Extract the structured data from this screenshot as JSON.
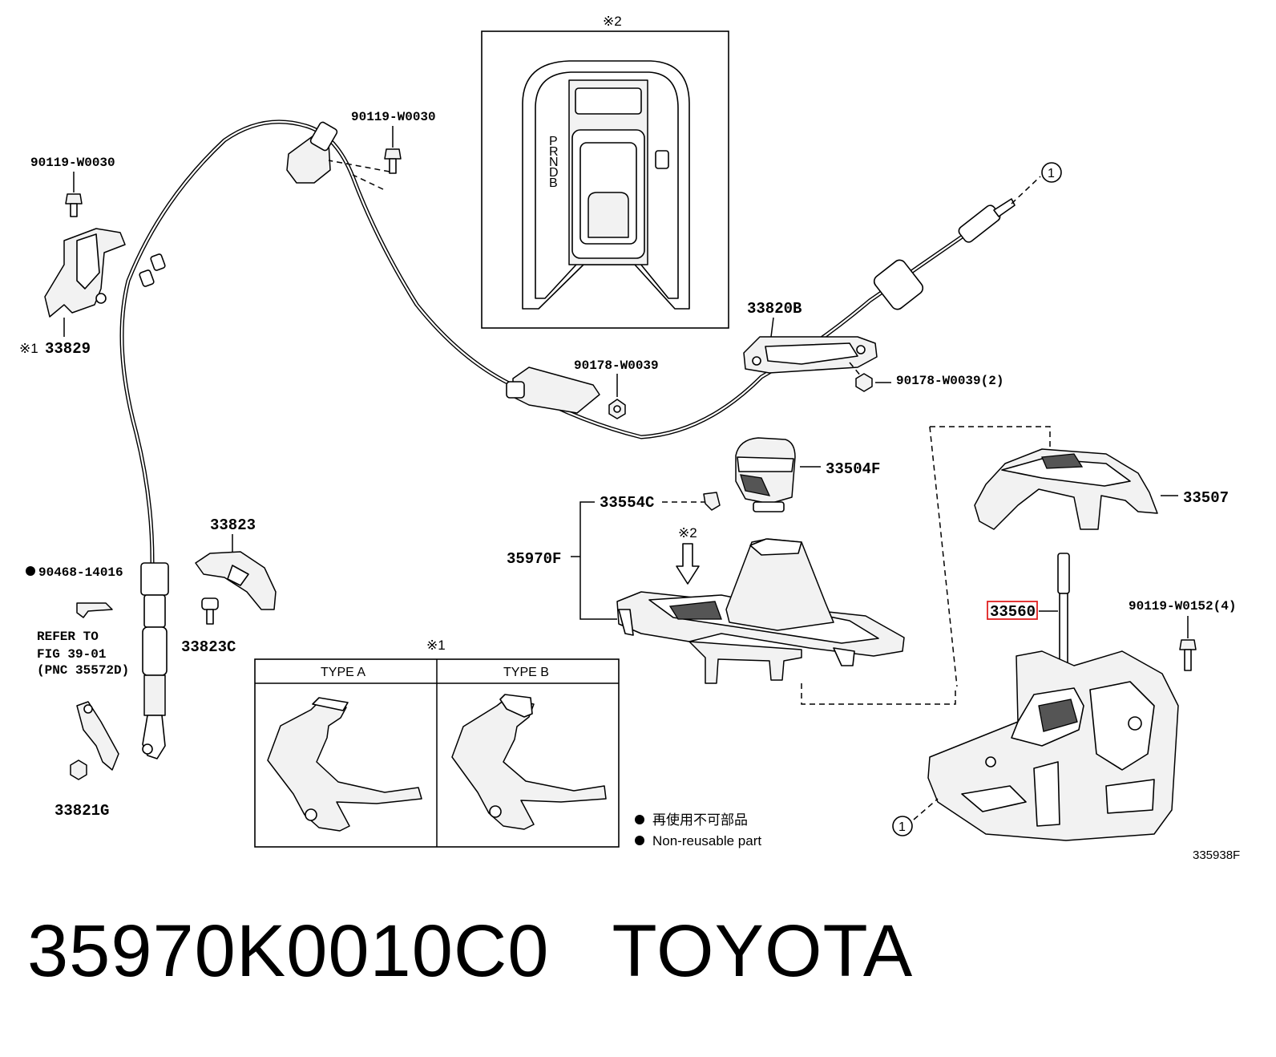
{
  "labels": {
    "p90119_left": "90119-W0030",
    "p33829": "33829",
    "p33829_mark": "※1",
    "p90119_top": "90119-W0030",
    "p33820B": "33820B",
    "p90178_mid": "90178-W0039",
    "p90178_right": "90178-W0039(2)",
    "p33504F": "33504F",
    "p33554C": "33554C",
    "p35970F": "35970F",
    "p33507": "33507",
    "p33560": "33560",
    "p90119_right": "90119-W0152(4)",
    "p33823": "33823",
    "p33823C": "33823C",
    "p90468": "90468-14016",
    "refer_1": "REFER TO",
    "refer_2": "FIG 39-01",
    "refer_3": "(PNC 35572D)",
    "p33821G": "33821G",
    "circle_1a": "1",
    "circle_1b": "1",
    "mark_top": "※2",
    "mark_arrow": "※2",
    "mark_types": "※1",
    "type_a": "TYPE A",
    "type_b": "TYPE B",
    "gear_letters": [
      "P",
      "R",
      "N",
      "D",
      "B"
    ]
  },
  "legend": {
    "jp": "再使用不可部品",
    "en": "Non-reusable part"
  },
  "drawing_number": "335938F",
  "caption": "35970K0010C0   TOYOTA",
  "highlight_color": "#e02020"
}
